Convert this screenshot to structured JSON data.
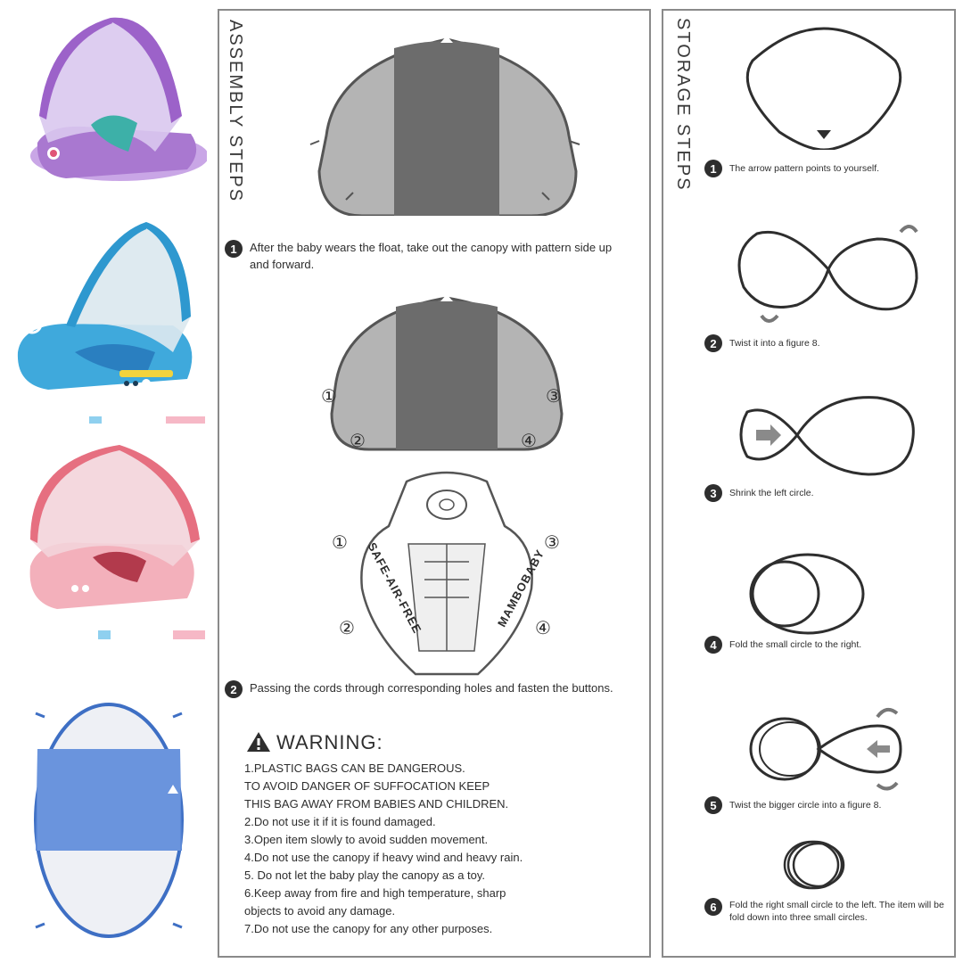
{
  "assembly": {
    "title": "ASSEMBLY STEPS",
    "step1": {
      "number": "1",
      "text": "After the baby wears the float, take out the canopy with pattern side up and forward."
    },
    "step2": {
      "number": "2",
      "text": "Passing the cords through corresponding holes and fasten the buttons."
    },
    "markers": [
      "①",
      "②",
      "③",
      "④"
    ],
    "float_print_left": "SAFE-AIR-FREE",
    "float_print_right": "MAMBOBABY",
    "warning": {
      "title": "WARNING:",
      "items": [
        "1.PLASTIC BAGS CAN BE DANGEROUS.\n   TO AVOID DANGER OF SUFFOCATION KEEP\n   THIS BAG AWAY FROM BABIES AND CHILDREN.",
        "2.Do not use it if it is found damaged.",
        "3.Open item slowly to avoid sudden movement.",
        "4.Do not use the canopy if heavy wind and heavy rain.",
        "5. Do not let the baby play the canopy as a toy.",
        "6.Keep away from fire and high temperature, sharp\n   objects to avoid any damage.",
        "7.Do not use the canopy for any other purposes."
      ]
    }
  },
  "storage": {
    "title": "STORAGE STEPS",
    "steps": [
      {
        "number": "1",
        "text": "The arrow pattern points to yourself."
      },
      {
        "number": "2",
        "text": "Twist it into a figure 8."
      },
      {
        "number": "3",
        "text": "Shrink the left circle."
      },
      {
        "number": "4",
        "text": "Fold the small circle to the right."
      },
      {
        "number": "5",
        "text": "Twist the bigger circle into a figure 8."
      },
      {
        "number": "6",
        "text": "Fold the right small circle to the left. The item will be fold down into three small circles."
      }
    ]
  },
  "products": [
    {
      "color": "purple",
      "hex": "#b58ad6"
    },
    {
      "color": "blue",
      "hex": "#3fa9dc"
    },
    {
      "color": "pink",
      "hex": "#e98a95"
    },
    {
      "color": "navy-canopy",
      "hex": "#4a78c8"
    }
  ]
}
